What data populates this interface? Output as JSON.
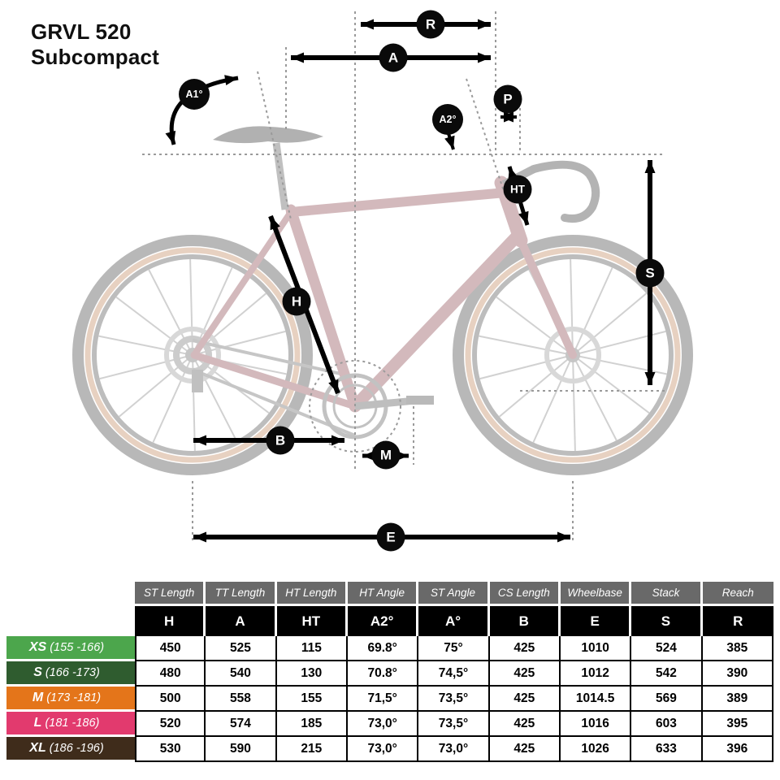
{
  "title": {
    "line1": "GRVL 520",
    "line2": "Subcompact"
  },
  "diagram": {
    "badges": [
      {
        "id": "R",
        "label": "R"
      },
      {
        "id": "A",
        "label": "A"
      },
      {
        "id": "A1",
        "label": "A1°"
      },
      {
        "id": "A2",
        "label": "A2°"
      },
      {
        "id": "P",
        "label": "P"
      },
      {
        "id": "HT",
        "label": "HT"
      },
      {
        "id": "S",
        "label": "S"
      },
      {
        "id": "H",
        "label": "H"
      },
      {
        "id": "B",
        "label": "B"
      },
      {
        "id": "M",
        "label": "M"
      },
      {
        "id": "E",
        "label": "E"
      }
    ]
  },
  "table": {
    "col_headers": [
      "ST Length",
      "TT Length",
      "HT Length",
      "HT Angle",
      "ST Angle",
      "CS Length",
      "Wheelbase",
      "Stack",
      "Reach"
    ],
    "letter_headers": [
      "H",
      "A",
      "HT",
      "A2°",
      "A°",
      "B",
      "E",
      "S",
      "R"
    ],
    "rows": [
      {
        "size": "XS",
        "range": "(155 -166)",
        "color": "#4ca64c",
        "values": [
          "450",
          "525",
          "115",
          "69.8°",
          "75°",
          "425",
          "1010",
          "524",
          "385"
        ]
      },
      {
        "size": "S",
        "range": "(166 -173)",
        "color": "#2f5c2f",
        "values": [
          "480",
          "540",
          "130",
          "70.8°",
          "74,5°",
          "425",
          "1012",
          "542",
          "390"
        ]
      },
      {
        "size": "M",
        "range": "(173 -181)",
        "color": "#e4751a",
        "values": [
          "500",
          "558",
          "155",
          "71,5°",
          "73,5°",
          "425",
          "1014.5",
          "569",
          "389"
        ]
      },
      {
        "size": "L",
        "range": "(181 -186)",
        "color": "#e23a6e",
        "values": [
          "520",
          "574",
          "185",
          "73,0°",
          "73,5°",
          "425",
          "1016",
          "603",
          "395"
        ]
      },
      {
        "size": "XL",
        "range": "(186 -196)",
        "color": "#3f2c1b",
        "values": [
          "530",
          "590",
          "215",
          "73,0°",
          "73,0°",
          "425",
          "1026",
          "633",
          "396"
        ]
      }
    ]
  },
  "colors": {
    "arrow": "#000000",
    "guide": "#9a9a9a",
    "frame": "#7b2e38",
    "tire_sidewall": "#b97746"
  }
}
